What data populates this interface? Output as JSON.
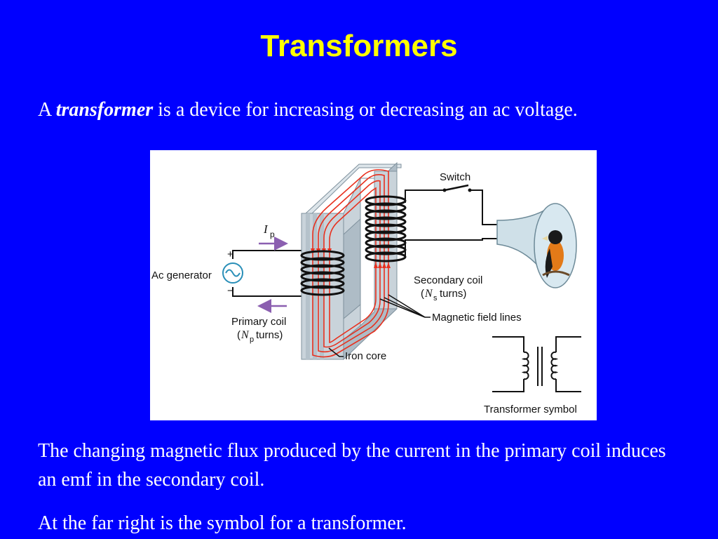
{
  "title": "Transformers",
  "intro": {
    "lead": "A",
    "term": "transformer",
    "rest": "is a device for increasing or decreasing an ac voltage."
  },
  "figure": {
    "labels": {
      "switch": "Switch",
      "ip_symbol": "I",
      "ip_sub": "p",
      "plus": "+",
      "minus": "−",
      "ac_generator": "Ac generator",
      "secondary_coil": "Secondary coil",
      "ns_open": "(",
      "ns_symbol": "N",
      "ns_sub": "s",
      "ns_turns": "turns)",
      "magnetic_field_lines": "Magnetic field lines",
      "primary_coil": "Primary coil",
      "np_open": "(",
      "np_symbol": "N",
      "np_sub": "p",
      "np_turns": "turns)",
      "iron_core": "Iron core",
      "transformer_symbol": "Transformer symbol"
    },
    "colors": {
      "core": "#C9D3DA",
      "core_dark": "#8FA0AC",
      "field_lines": "#E8301E",
      "coil": "#111111",
      "current_arrow": "#8B5FB0",
      "speaker": "#CFE0E8"
    }
  },
  "body": {
    "para2": "The changing magnetic flux produced by the current in the primary coil induces an emf in the secondary coil.",
    "para3": "At the far right is the symbol for a transformer."
  }
}
